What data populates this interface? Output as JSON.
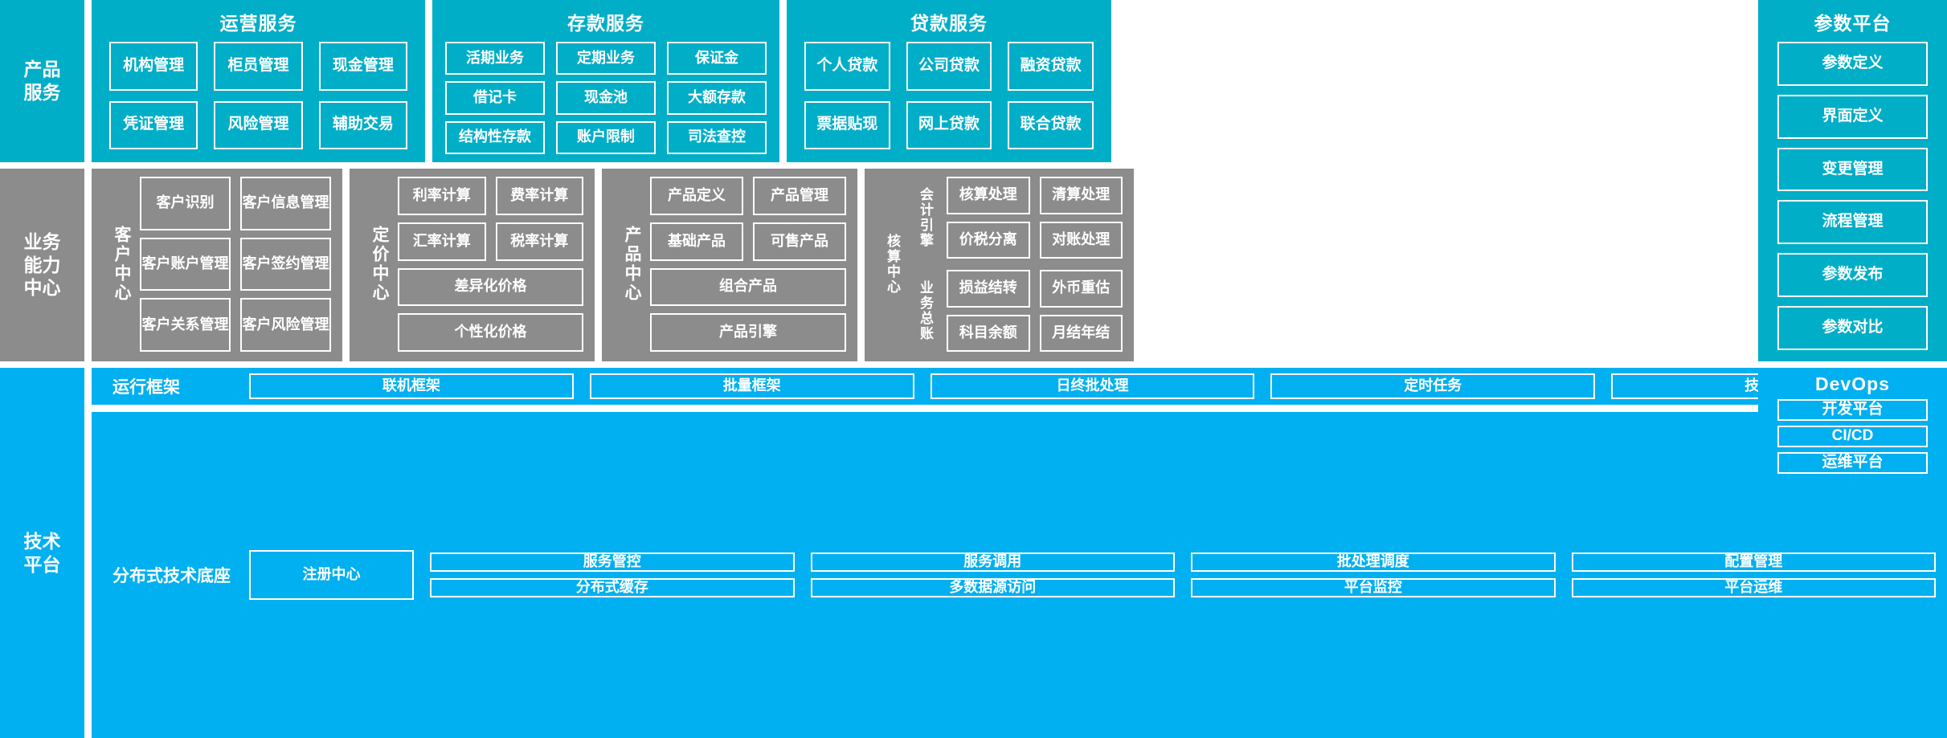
{
  "rows": {
    "product_services": {
      "label": "产品\n服务",
      "label_lines": [
        "产品",
        "服务"
      ],
      "groups": [
        {
          "title": "运营服务",
          "items": [
            "机构管理",
            "柜员管理",
            "现金管理",
            "凭证管理",
            "风险管理",
            "辅助交易"
          ]
        },
        {
          "title": "存款服务",
          "items": [
            "活期业务",
            "定期业务",
            "保证金",
            "借记卡",
            "现金池",
            "大额存款",
            "结构性存款",
            "账户限制",
            "司法查控"
          ]
        },
        {
          "title": "贷款服务",
          "items": [
            "个人贷款",
            "公司贷款",
            "融资贷款",
            "票据贴现",
            "网上贷款",
            "联合贷款"
          ]
        }
      ]
    },
    "business_capability": {
      "label_lines": [
        "业务",
        "能力",
        "中心"
      ],
      "centers": [
        {
          "name": "客户中心",
          "items": [
            "客户识别",
            "客户信息管理",
            "客户账户管理",
            "客户签约管理",
            "客户关系管理",
            "客户风险管理"
          ]
        },
        {
          "name": "定价中心",
          "items": [
            "利率计算",
            "费率计算",
            "汇率计算",
            "税率计算"
          ],
          "wide_items": [
            "差异化价格",
            "个性化价格"
          ]
        },
        {
          "name": "产品中心",
          "items": [
            "产品定义",
            "产品管理",
            "基础产品",
            "可售产品"
          ],
          "wide_items": [
            "组合产品",
            "产品引擎"
          ]
        },
        {
          "name": "核算中心",
          "subgroups": [
            {
              "name": "会计引擎",
              "items": [
                "核算处理",
                "清算处理",
                "价税分离",
                "对账处理"
              ]
            },
            {
              "name": "业务总账",
              "items": [
                "损益结转",
                "外币重估",
                "科目余额",
                "月结年结"
              ]
            }
          ]
        }
      ]
    },
    "technical_platform": {
      "label_lines": [
        "技术",
        "平台"
      ],
      "runtime_framework": {
        "label": "运行框架",
        "items": [
          "联机框架",
          "批量框架",
          "日终批处理",
          "定时任务",
          "技术组件"
        ]
      },
      "distributed_base": {
        "label": "分布式技术底座",
        "registry": "注册中心",
        "items": [
          "服务管控",
          "服务调用",
          "批处理调度",
          "配置管理",
          "分布式缓存",
          "多数据源访问",
          "平台监控",
          "平台运维"
        ]
      }
    }
  },
  "parameter_platform": {
    "title": "参数平台",
    "items": [
      "参数定义",
      "界面定义",
      "变更管理",
      "流程管理",
      "参数发布",
      "参数对比"
    ]
  },
  "devops": {
    "title": "DevOps",
    "items": [
      "开发平台",
      "CI/CD",
      "运维平台"
    ]
  },
  "colors": {
    "teal": "#00AEC7",
    "gray": "#8C8C8C",
    "blue": "#00B0F0",
    "border": "#FFFFFF",
    "background": "#FFFFFF"
  }
}
